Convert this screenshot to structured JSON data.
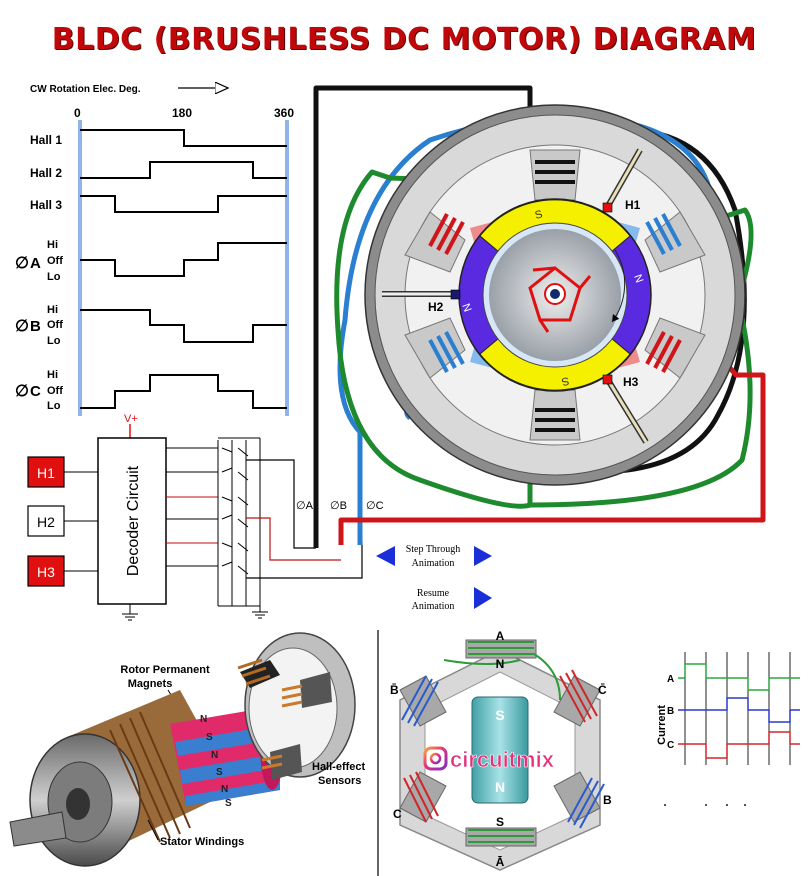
{
  "title": "BLDC (BRUSHLESS DC MOTOR) DIAGRAM",
  "timing": {
    "rotation_label": "CW Rotation Elec. Deg.",
    "degrees": [
      "0",
      "180",
      "360"
    ],
    "hall_labels": [
      "Hall 1",
      "Hall 2",
      "Hall 3"
    ],
    "phase_labels": [
      "A",
      "B",
      "C"
    ],
    "phase_symbol": "∅",
    "level_labels": [
      "Hi",
      "Off",
      "Lo"
    ]
  },
  "decoder": {
    "label": "Decoder Circuit",
    "vplus": "V+",
    "sensors": [
      {
        "label": "H1",
        "active": true
      },
      {
        "label": "H2",
        "active": false
      },
      {
        "label": "H3",
        "active": true
      }
    ]
  },
  "wire_labels": [
    "∅A",
    "∅B",
    "∅C"
  ],
  "controls": {
    "step": "Step Through Animation",
    "resume": "Resume Animation"
  },
  "motor_labels": {
    "sensors": [
      "H1",
      "H2",
      "H3"
    ],
    "poles": [
      "S",
      "N",
      "S",
      "N"
    ]
  },
  "cutaway": {
    "rotor": "Rotor Permanent Magnets",
    "hall": "Hall-effect Sensors",
    "stator": "Stator Windings",
    "magnet_letters": [
      "N",
      "S",
      "N",
      "S",
      "N",
      "S"
    ]
  },
  "stator_diagram": {
    "coils": [
      "A",
      "C̄",
      "B",
      "Ā",
      "C",
      "B̄"
    ],
    "rotor_poles": [
      "N",
      "S",
      "N",
      "S"
    ],
    "watermark": "circuitmix"
  },
  "current_chart": {
    "ylabel": "Current",
    "series": [
      "A",
      "B",
      "C"
    ]
  },
  "colors": {
    "title": "#c0080a",
    "red_phase": "#d0151a",
    "blue_phase": "#2a7fd0",
    "green_phase": "#1e8a2e",
    "black_phase": "#111111",
    "rotor_yellow": "#f4f000",
    "rotor_purple": "#5a2ae0",
    "hall_red_box": "#e01010"
  }
}
